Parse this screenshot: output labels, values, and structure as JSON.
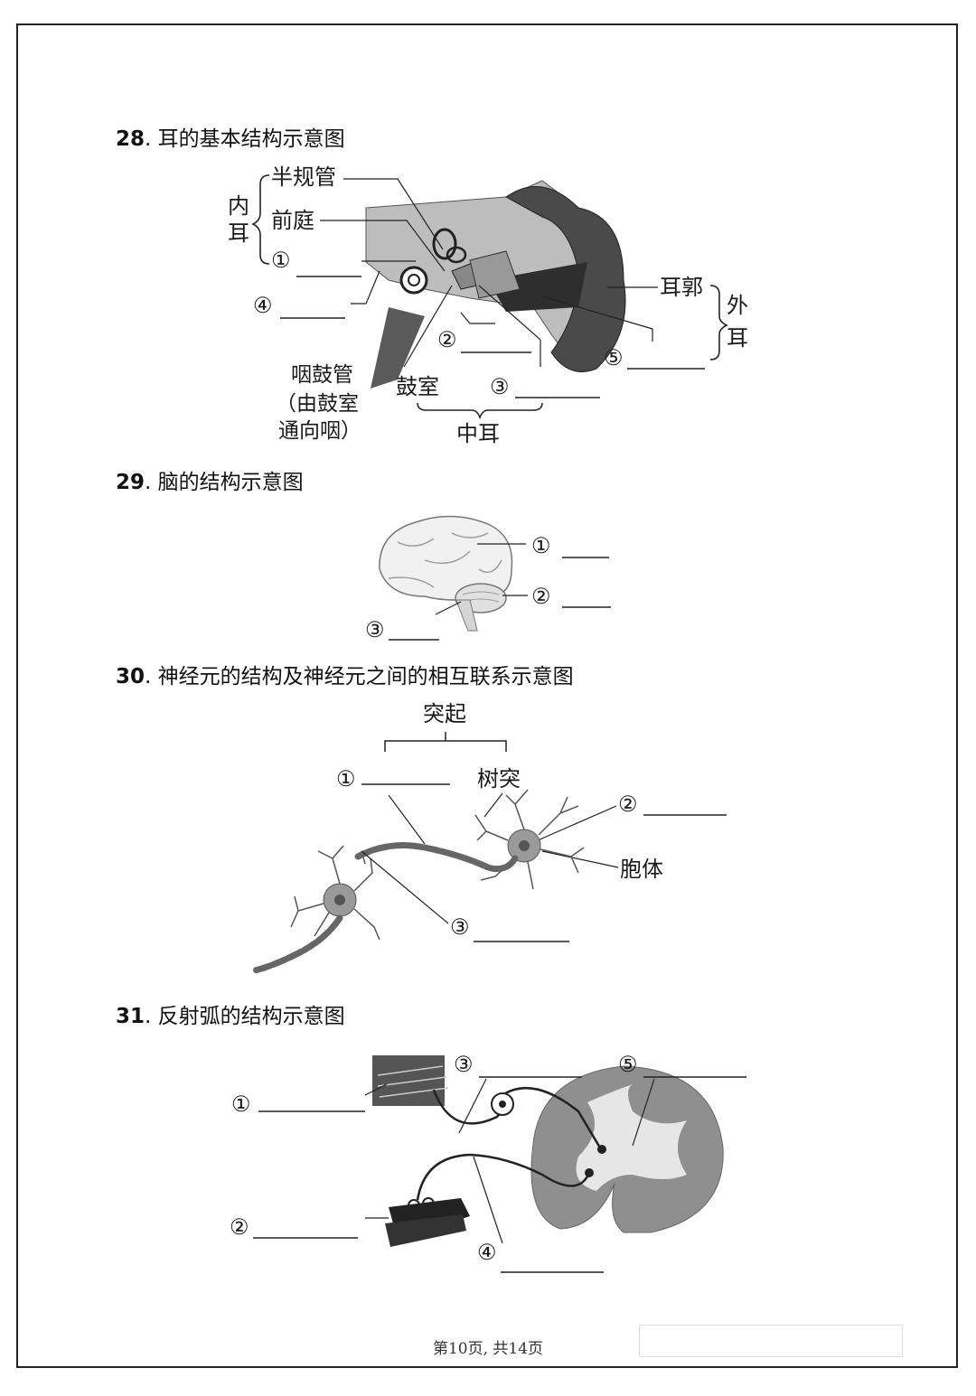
{
  "questions": [
    {
      "num": "28",
      "title": "耳的基本结构示意图",
      "labels": {
        "inner_ear": "内耳",
        "semicircular": "半规管",
        "vestibule": "前庭",
        "blank1": "①",
        "blank4": "④",
        "eustachian_1": "咽鼓管",
        "eustachian_2": "（由鼓室",
        "eustachian_3": "通向咽）",
        "blank2": "②",
        "tympanic_cavity": "鼓室",
        "blank3": "③",
        "middle_ear": "中耳",
        "auricle": "耳郭",
        "outer_ear_1": "外",
        "outer_ear_2": "耳",
        "blank5": "⑤"
      }
    },
    {
      "num": "29",
      "title": "脑的结构示意图",
      "labels": {
        "blank1": "①",
        "blank2": "②",
        "blank3": "③"
      }
    },
    {
      "num": "30",
      "title": "神经元的结构及神经元之间的相互联系示意图",
      "labels": {
        "process": "突起",
        "blank1": "①",
        "dendrite": "树突",
        "blank2": "②",
        "cell_body": "胞体",
        "blank3": "③"
      }
    },
    {
      "num": "31",
      "title": "反射弧的结构示意图",
      "labels": {
        "blank1": "①",
        "blank2": "②",
        "blank3": "③",
        "blank4": "④",
        "blank5": "⑤"
      }
    }
  ],
  "footer": "第10页, 共14页"
}
